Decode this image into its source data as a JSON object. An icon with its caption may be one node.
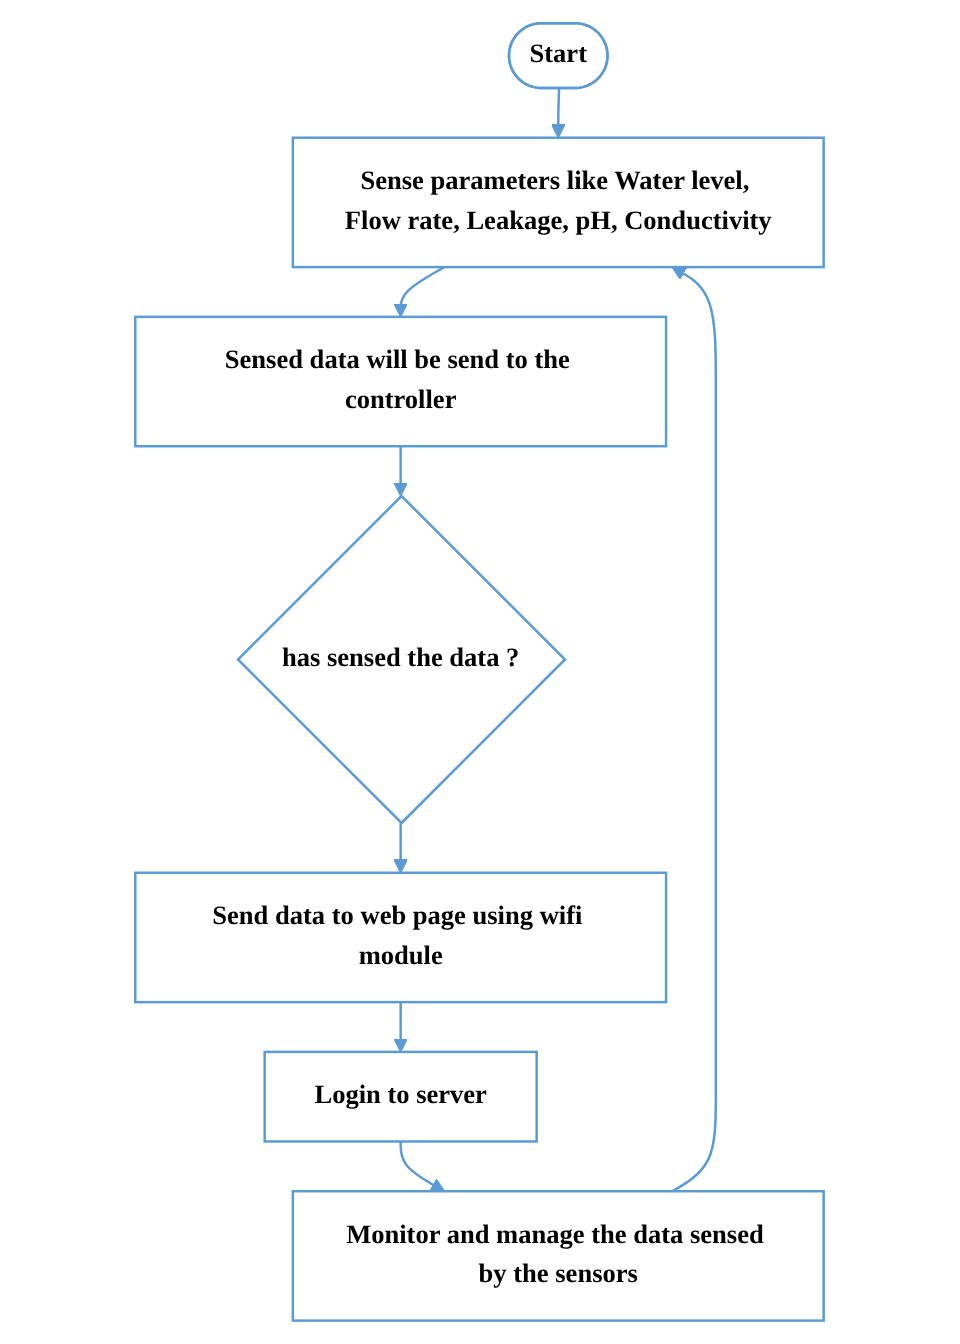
{
  "diagram": {
    "nodes": [
      {
        "text": [
          "Start"
        ]
      },
      {
        "text": [
          "Sense parameters like Water level, Flow rate, Leakage, pH, Conductivity"
        ]
      },
      {
        "text": [
          "Sensed data will be send to the controller"
        ]
      },
      {
        "text": [
          "has sensed the data ?"
        ]
      },
      {
        "text": [
          "Send data to web page using wifi module"
        ]
      },
      {
        "text": [
          "Login to server"
        ]
      },
      {
        "text": [
          "Monitor and manage the data sensed by the sensors"
        ]
      }
    ],
    "edges": [
      {
        "from": 0,
        "to": 1,
        "arrow": "to"
      },
      {
        "from": 1,
        "to": 2,
        "arrow": "to"
      },
      {
        "from": 2,
        "to": 3,
        "arrow": "to"
      },
      {
        "from": 3,
        "to": 4,
        "arrow": "to"
      },
      {
        "from": 4,
        "to": 5,
        "arrow": "to"
      },
      {
        "from": 5,
        "to": 6,
        "arrow": "to"
      },
      {
        "from": 6,
        "to": 1,
        "arrow": "to"
      }
    ]
  }
}
